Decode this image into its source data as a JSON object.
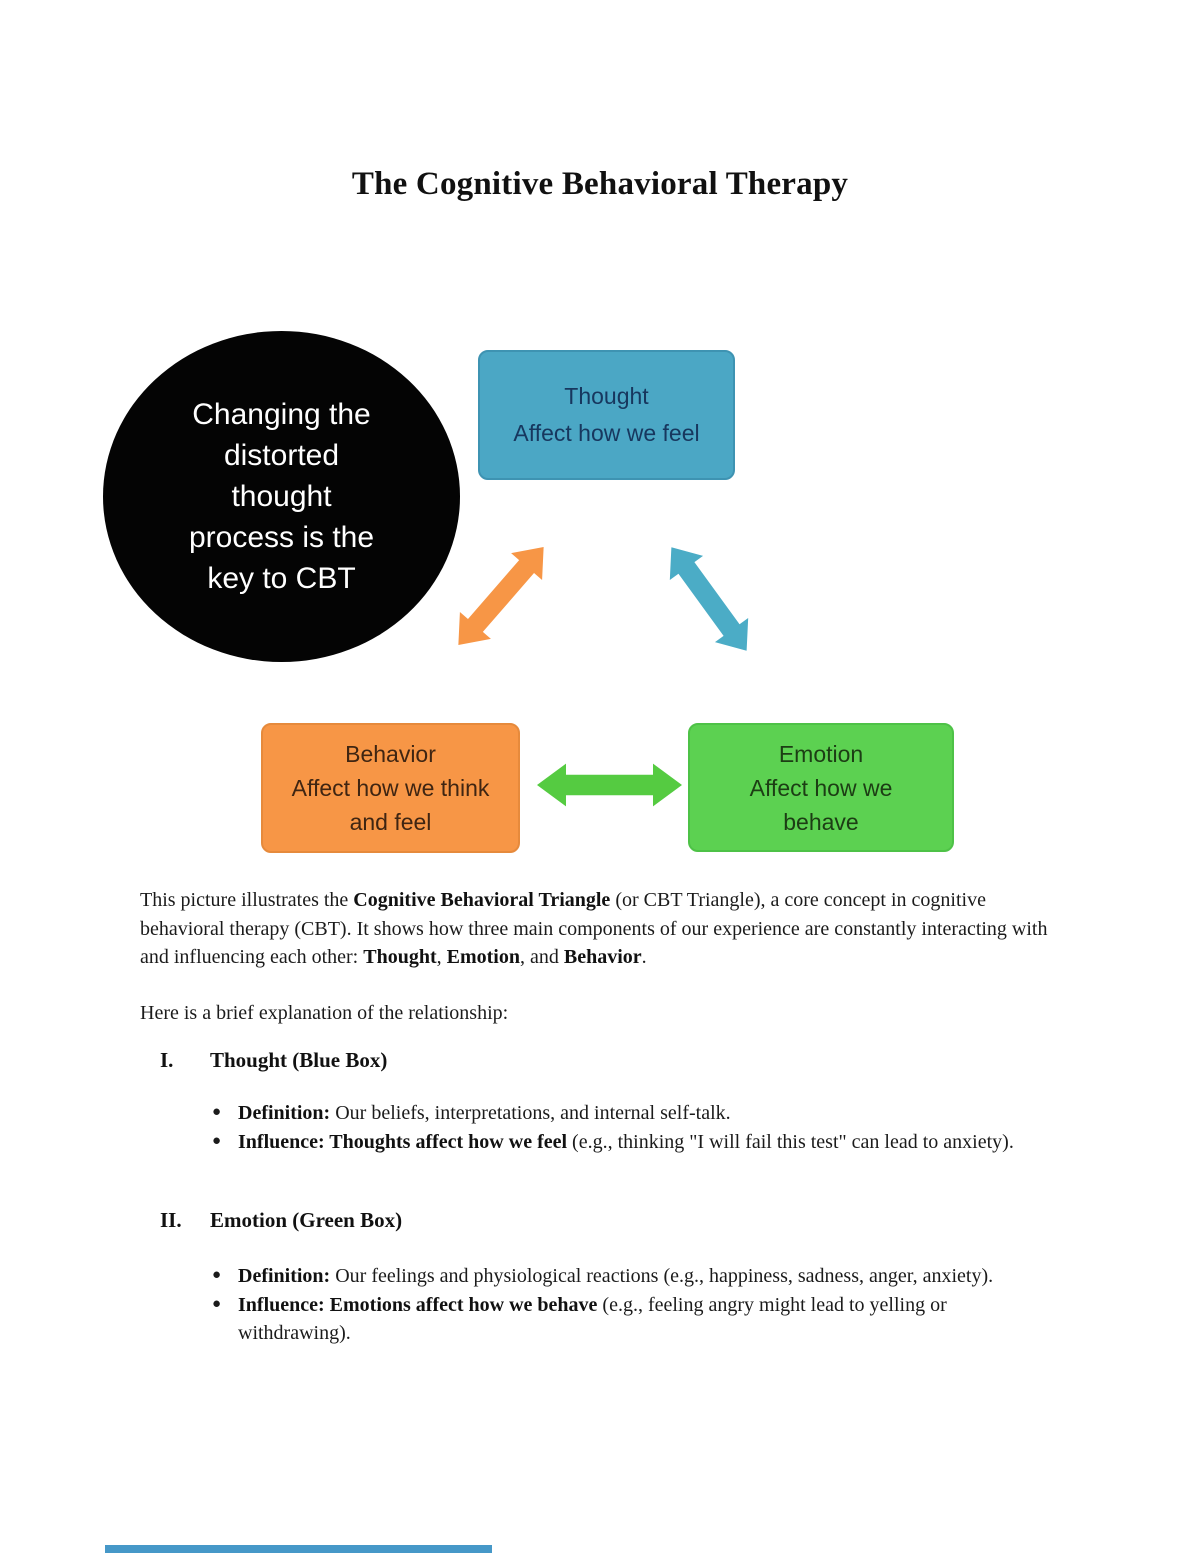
{
  "title": "The Cognitive Behavioral Therapy",
  "diagram": {
    "circle": {
      "bg": "#040404",
      "text_color": "#ffffff",
      "lines": [
        "Changing the",
        "distorted",
        "thought",
        "process is the",
        "key to CBT"
      ]
    },
    "thought_box": {
      "title": "Thought",
      "subtitle": "Affect how we feel",
      "bg": "#4BA7C5",
      "border": "#3E93B2",
      "text_color": "#17375E"
    },
    "behavior_box": {
      "title": "Behavior",
      "subtitle": "Affect how we think and feel",
      "bg": "#F79646",
      "border": "#E68A3C",
      "text_color": "#3F2512"
    },
    "emotion_box": {
      "title": "Emotion",
      "subtitle": "Affect how we behave",
      "bg": "#5CD151",
      "border": "#4EC247",
      "text_color": "#1C3D14"
    },
    "arrows": {
      "thought_behavior": "#F79646",
      "thought_emotion": "#4BACC6",
      "behavior_emotion": "#55CB41"
    }
  },
  "intro": {
    "seg1": "This picture illustrates the ",
    "seg2": "Cognitive Behavioral Triangle",
    "seg3": " (or CBT Triangle), a core concept in cognitive behavioral therapy (CBT). It shows how three main components of our experience are constantly interacting with and influencing each other: ",
    "seg4": "Thought",
    "seg5": ", ",
    "seg6": "Emotion",
    "seg7": ", and ",
    "seg8": "Behavior",
    "seg9": "."
  },
  "lead": "Here is a brief explanation of the relationship:",
  "bullet_glyph": "●",
  "sections": [
    {
      "numeral": "I.",
      "heading": "Thought (Blue Box)",
      "bullets": [
        {
          "bold": "Definition:",
          "rest": " Our beliefs, interpretations, and internal self-talk."
        },
        {
          "bold": "Influence: Thoughts affect how we feel",
          "rest": " (e.g., thinking \"I will fail this test\" can lead to anxiety)."
        }
      ]
    },
    {
      "numeral": "II.",
      "heading": "Emotion (Green Box)",
      "bullets": [
        {
          "bold": "Definition:",
          "rest": " Our feelings and physiological reactions (e.g., happiness, sadness, anger, anxiety)."
        },
        {
          "bold": "Influence: Emotions affect how we behave",
          "rest": " (e.g., feeling angry might lead to yelling or withdrawing)."
        }
      ]
    }
  ],
  "footer_strip_color": "#4698C8"
}
